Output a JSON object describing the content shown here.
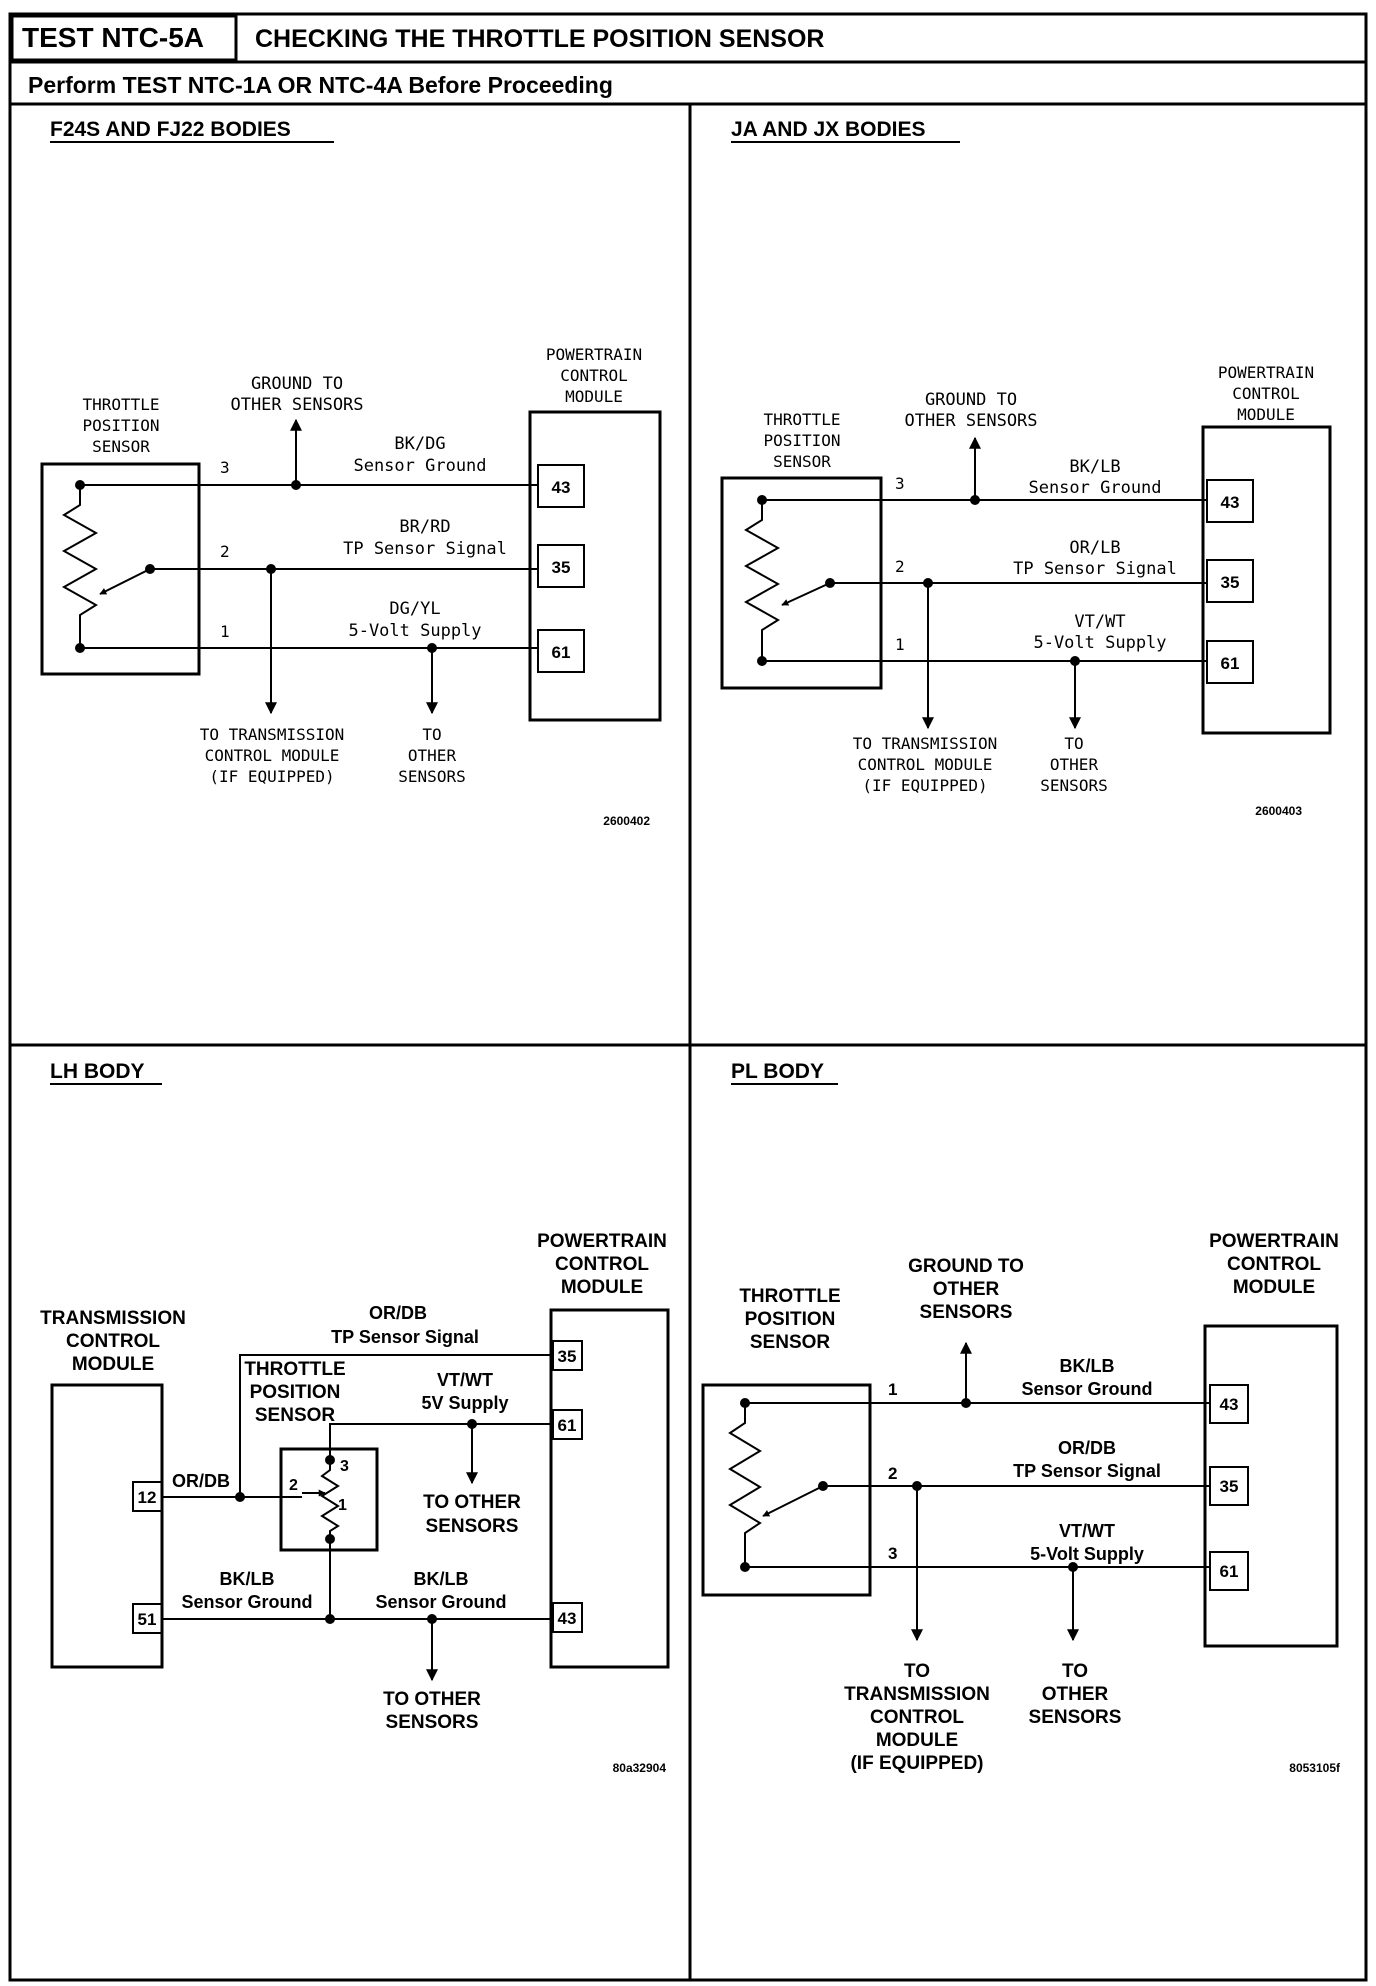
{
  "header": {
    "test_id": "TEST NTC-5A",
    "title": "CHECKING THE THROTTLE POSITION SENSOR",
    "prerequisite": "Perform TEST NTC-1A OR NTC-4A Before Proceeding"
  },
  "panels": {
    "f24s": {
      "heading": "F24S AND FJ22 BODIES",
      "pcm": [
        "POWERTRAIN",
        "CONTROL",
        "MODULE"
      ],
      "tps": [
        "THROTTLE",
        "POSITION",
        "SENSOR"
      ],
      "ground_to": [
        "GROUND TO",
        "OTHER SENSORS"
      ],
      "wire_ground": [
        "BK/DG",
        "Sensor Ground"
      ],
      "wire_signal": [
        "BR/RD",
        "TP Sensor Signal"
      ],
      "wire_supply": [
        "DG/YL",
        "5-Volt Supply"
      ],
      "pins": [
        "43",
        "35",
        "61"
      ],
      "pin_nums": [
        "3",
        "2",
        "1"
      ],
      "to_tcm": [
        "TO TRANSMISSION",
        "CONTROL MODULE",
        "(IF EQUIPPED)"
      ],
      "to_other": [
        "TO",
        "OTHER",
        "SENSORS"
      ],
      "fig_id": "2600402"
    },
    "ja": {
      "heading": "JA AND JX BODIES",
      "pcm": [
        "POWERTRAIN",
        "CONTROL",
        "MODULE"
      ],
      "tps": [
        "THROTTLE",
        "POSITION",
        "SENSOR"
      ],
      "ground_to": [
        "GROUND TO",
        "OTHER SENSORS"
      ],
      "wire_ground": [
        "BK/LB",
        "Sensor Ground"
      ],
      "wire_signal": [
        "OR/LB",
        "TP Sensor Signal"
      ],
      "wire_supply": [
        "VT/WT",
        "5-Volt Supply"
      ],
      "pins": [
        "43",
        "35",
        "61"
      ],
      "pin_nums": [
        "3",
        "2",
        "1"
      ],
      "to_tcm": [
        "TO TRANSMISSION",
        "CONTROL MODULE",
        "(IF EQUIPPED)"
      ],
      "to_other": [
        "TO",
        "OTHER",
        "SENSORS"
      ],
      "fig_id": "2600403"
    },
    "lh": {
      "heading": "LH BODY",
      "pcm": [
        "POWERTRAIN",
        "CONTROL",
        "MODULE"
      ],
      "tcm": [
        "TRANSMISSION",
        "CONTROL",
        "MODULE"
      ],
      "tps": [
        "THROTTLE",
        "POSITION",
        "SENSOR"
      ],
      "wire_signal": [
        "OR/DB",
        "TP Sensor Signal"
      ],
      "wire_supply": [
        "VT/WT",
        "5V Supply"
      ],
      "tcm_signal": "OR/DB",
      "tcm_ground": [
        "BK/LB",
        "Sensor Ground"
      ],
      "pcm_ground": [
        "BK/LB",
        "Sensor Ground"
      ],
      "pcm_pins": [
        "35",
        "61",
        "43"
      ],
      "tcm_pins": [
        "12",
        "51"
      ],
      "tps_pins": [
        "3",
        "2",
        "1"
      ],
      "to_other_1": [
        "TO OTHER",
        "SENSORS"
      ],
      "to_other_2": [
        "TO OTHER",
        "SENSORS"
      ],
      "fig_id": "80a32904"
    },
    "pl": {
      "heading": "PL BODY",
      "pcm": [
        "POWERTRAIN",
        "CONTROL",
        "MODULE"
      ],
      "tps": [
        "THROTTLE",
        "POSITION",
        "SENSOR"
      ],
      "ground_to": [
        "GROUND TO",
        "OTHER",
        "SENSORS"
      ],
      "wire_ground": [
        "BK/LB",
        "Sensor Ground"
      ],
      "wire_signal": [
        "OR/DB",
        "TP Sensor Signal"
      ],
      "wire_supply": [
        "VT/WT",
        "5-Volt Supply"
      ],
      "pins": [
        "43",
        "35",
        "61"
      ],
      "pin_nums": [
        "1",
        "2",
        "3"
      ],
      "to_tcm": [
        "TO",
        "TRANSMISSION",
        "CONTROL",
        "MODULE",
        "(IF EQUIPPED)"
      ],
      "to_other": [
        "TO",
        "OTHER",
        "SENSORS"
      ],
      "fig_id": "8053105f"
    }
  }
}
